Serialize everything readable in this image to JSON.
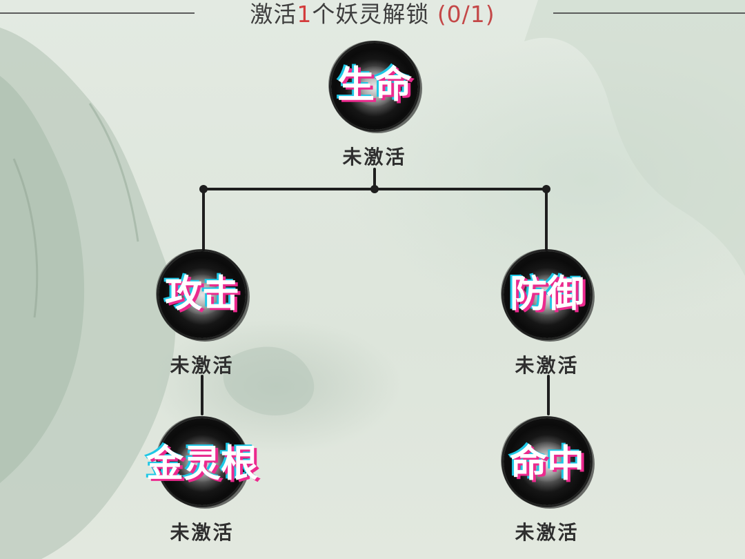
{
  "header": {
    "prefix": "激活",
    "count": "1",
    "suffix": "个妖灵解锁",
    "progress": "(0/1)"
  },
  "talent_tree": {
    "nodes": [
      {
        "id": "shengming",
        "label": "生命",
        "status": "未激活"
      },
      {
        "id": "gongji",
        "label": "攻击",
        "status": "未激活"
      },
      {
        "id": "fangyu",
        "label": "防御",
        "status": "未激活"
      },
      {
        "id": "jinlinggen",
        "label": "金灵根",
        "status": "未激活"
      },
      {
        "id": "mingzhong",
        "label": "命中",
        "status": "未激活"
      }
    ]
  },
  "colors": {
    "count_highlight": "#d33b3b",
    "progress_text": "#c44848",
    "label_fill": "#ffffff",
    "label_shadow_pink": "#ec2a8e",
    "label_shadow_cyan": "#1ec7e6",
    "connector": "#1e1e1e"
  }
}
